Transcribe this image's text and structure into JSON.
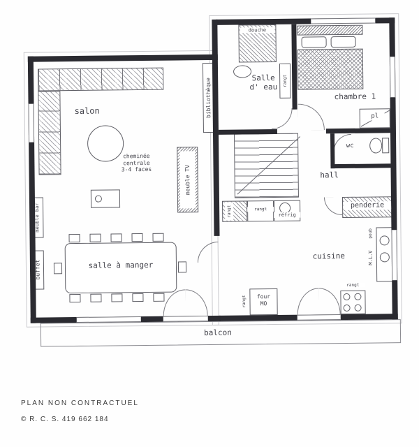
{
  "rooms": {
    "salon": "salon",
    "salle_deau": "Salle\nd' eau",
    "douche": "douche",
    "chambre1": "chambre 1",
    "pl": "pl",
    "wc": "wc",
    "hall": "hall",
    "penderie": "penderie",
    "cuisine": "cuisine",
    "salle_a_manger": "salle à manger",
    "balcon": "balcon"
  },
  "furniture": {
    "bibliotheque": "bibliothèque",
    "meuble_tv": "meuble TV",
    "meuble_bar": "meuble bar",
    "buffet": "buffet",
    "cheminee": "cheminée\ncentrale\n3-4 faces",
    "refrig": "réfrig",
    "rangt": "rangt",
    "four_mo": "four\nMO",
    "mlv": "M.L.V",
    "poub": "poub"
  },
  "footer": {
    "disclaimer": "PLAN NON CONTRACTUEL",
    "rcs": "© R. C. S. 419 662 184"
  },
  "colors": {
    "wall": "#2b2b31",
    "line": "#5f5f66",
    "text": "#44444c"
  }
}
